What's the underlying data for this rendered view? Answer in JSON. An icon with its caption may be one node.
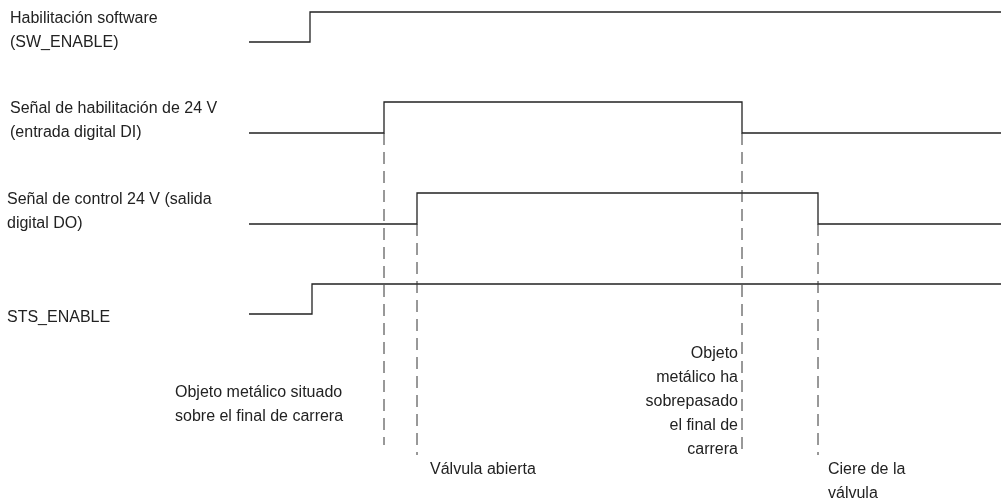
{
  "diagram": {
    "labels": [
      "Habilitación software (SW_ENABLE)",
      "Señal de habilitación de 24 V (entrada digital DI)",
      "Señal de control 24 V (salida digital DO)",
      "STS_ENABLE",
      "Objeto metálico situado sobre el final de carrera",
      "Válvula abierta",
      "Objeto metálico ha sobrepasado el final de carrera",
      "Ciere de la válvula"
    ]
  }
}
